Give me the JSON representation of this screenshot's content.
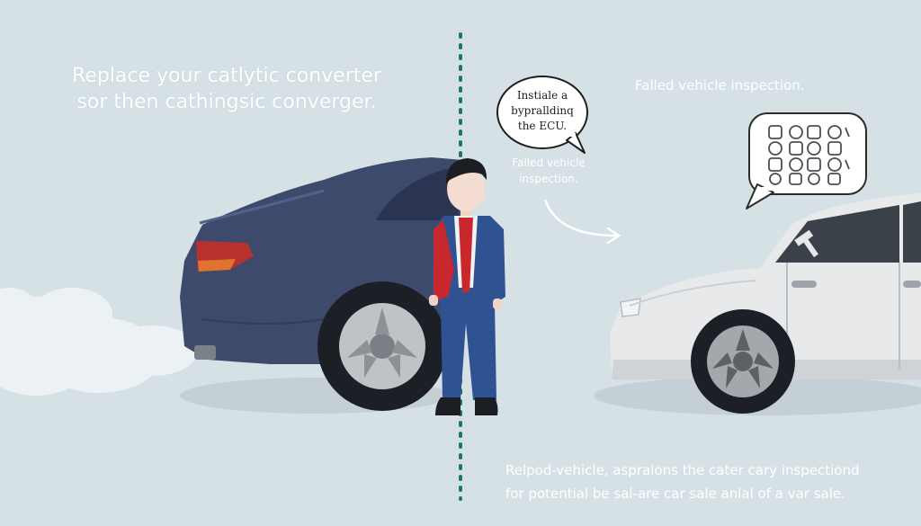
{
  "headline": {
    "line1": "Replace your catlytic converter",
    "line2": "sor then cathingsic converger."
  },
  "speech_bubble": {
    "line1": "Instiale a",
    "line2": "bypralldinq",
    "line3": "the ECU."
  },
  "label_right": "Falled vehicle inspection.",
  "label_mid": {
    "line1": "Falled vehicle",
    "line2": "inspection."
  },
  "caption": {
    "line1": "Relpod-vehicle, aspralons the cater cary inspectiond",
    "line2": "for potential be sal-are car sale anlal of a var sale."
  },
  "error_bubble_icon": "garbled-symbol-grid-icon",
  "car_window_icon": "hammer-icon",
  "colors": {
    "background": "#d6e1e6",
    "left_car": "#3d4a6b",
    "right_car": "#e7e9ea",
    "divider": "#1f7a5b",
    "suit": "#2f5392",
    "tie": "#c8272e"
  }
}
